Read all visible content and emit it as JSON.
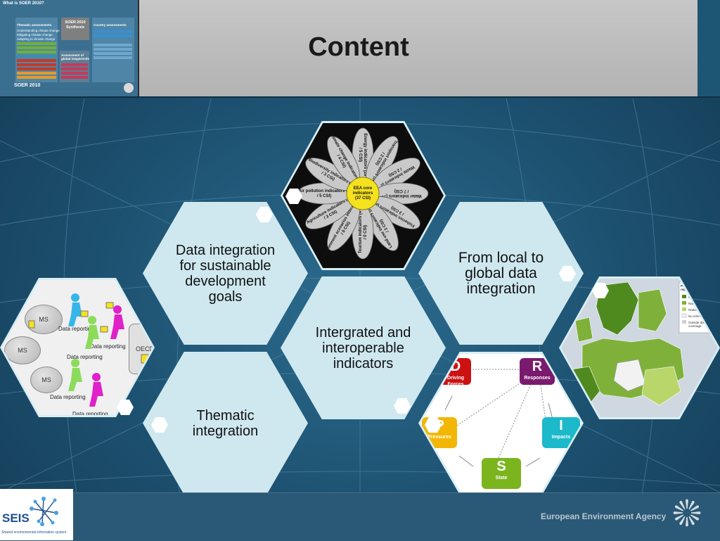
{
  "header": {
    "title": "Content"
  },
  "thumbnail": {
    "title": "What is SOER 2010?",
    "thematic_heading": "Thematic assessments",
    "thematic_items": [
      "Understanding climate change",
      "Mitigating climate change",
      "Adapting to climate change"
    ],
    "synthesis_label": "SOER 2010 Synthesis",
    "country_heading": "Country assessments",
    "global_heading": "Assessment of global megatrends",
    "logo_text": "SOER 2010"
  },
  "hexagons": {
    "sdg": "Data integration for sustainable development goals",
    "local_global": "From local to global data integration",
    "indicators": "Intergrated and interoperable indicators",
    "thematic": "Thematic integration"
  },
  "flower": {
    "center": "EEA core indicators (37 CSI)",
    "petals": [
      "Energy indicators (29 / 5 CSI)",
      "Transport indicators (36 / 2 CSI)",
      "Waste indicators (2 / 2 CSI)",
      "Water indicators (7+ / 7 CSI)",
      "Fisheries indicators (2 / 3 CSI)",
      "Land use indicators (2 / 2 CSI)",
      "Tourism indicators (4 / 0 CSI)",
      "Environment scenarios indicators (5 / 0 CSI)",
      "Agriculture indicators (2 / 3 CSI)",
      "Air pollution indicators (5 / 5 CSI)",
      "Biodiversity indicators (2 / 3 CSI)",
      "Climate change indicators (4 / 4 CSI)"
    ]
  },
  "data_reporting": {
    "ms_label": "MS",
    "oecd_label": "OECD",
    "report_label": "Data reporting"
  },
  "map_legend": {
    "title": "Presence of reporting",
    "items": [
      "Web",
      "National",
      "National",
      "No information",
      "Outside data coverage"
    ],
    "colors": [
      "#4f8a1f",
      "#7fb13a",
      "#b8d66a",
      "#f2f2f2",
      "#d0d0d0"
    ]
  },
  "dpsir": {
    "D": {
      "letter": "D",
      "word": "Driving Forces",
      "color": "#cc1111"
    },
    "R": {
      "letter": "R",
      "word": "Responses",
      "color": "#7a1a6e"
    },
    "P": {
      "letter": "P",
      "word": "Pressures",
      "color": "#f2b705"
    },
    "I": {
      "letter": "I",
      "word": "Impacts",
      "color": "#1bb9c9"
    },
    "S": {
      "letter": "S",
      "word": "State",
      "color": "#7ab51d"
    }
  },
  "footer": {
    "seis_word": "SEIS",
    "seis_sub": "Shared environmental information system",
    "agency": "European Environment Agency"
  }
}
